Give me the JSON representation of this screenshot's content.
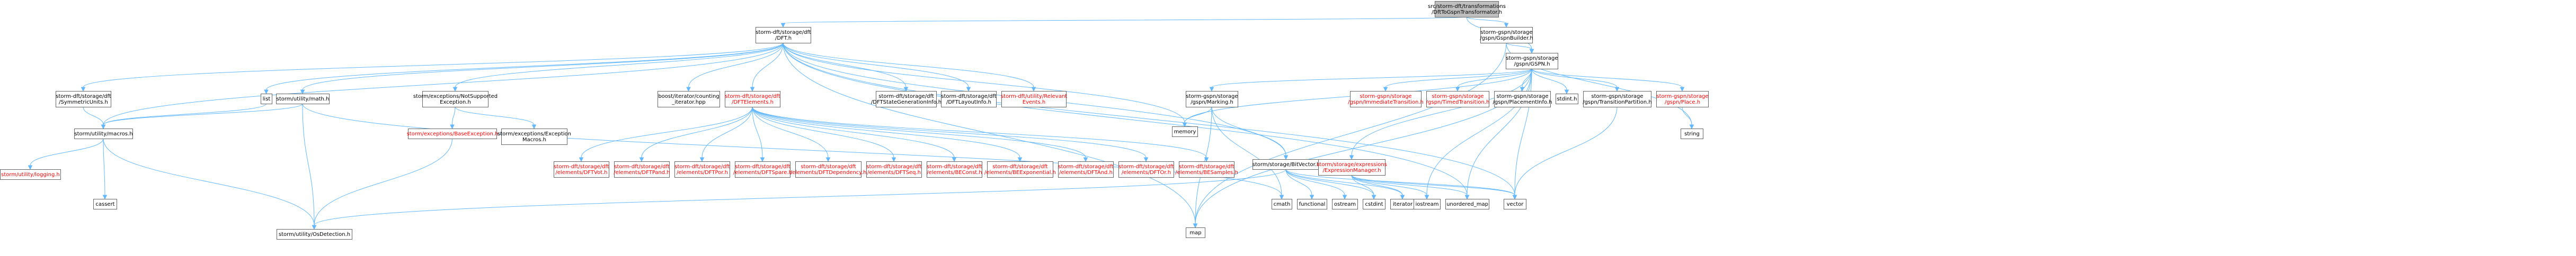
{
  "colors": {
    "root_fill": "#bfbfbf",
    "node_fill": "#ffffff",
    "node_border": "#666666",
    "link_text": "#000000",
    "truncated_text": "#ff0000",
    "system_text": "#a0a0a0",
    "edge": "#63b8ff"
  },
  "nodes": [
    {
      "id": "root",
      "lines": [
        "src/storm-dft/transformations",
        "/DftToGspnTransformator.h"
      ],
      "kind": "root"
    },
    {
      "id": "gspn_builder",
      "lines": [
        "storm-gspn/storage",
        "/gspn/GspnBuilder.h"
      ],
      "kind": "link"
    },
    {
      "id": "dft_h",
      "lines": [
        "storm-dft/storage/dft",
        "/DFT.h"
      ],
      "kind": "link"
    },
    {
      "id": "gspn_h",
      "lines": [
        "storm-gspn/storage",
        "/gspn/GSPN.h"
      ],
      "kind": "link"
    },
    {
      "id": "symmetric_units",
      "lines": [
        "storm-dft/storage/dft",
        "/SymmetricUnits.h"
      ],
      "kind": "link"
    },
    {
      "id": "list",
      "lines": [
        "list"
      ],
      "kind": "system"
    },
    {
      "id": "utility_math",
      "lines": [
        "storm/utility/math.h"
      ],
      "kind": "link"
    },
    {
      "id": "not_supported",
      "lines": [
        "storm/exceptions/NotSupported",
        "Exception.h"
      ],
      "kind": "link"
    },
    {
      "id": "counting_iterator",
      "lines": [
        "boost/iterator/counting",
        "_iterator.hpp"
      ],
      "kind": "system"
    },
    {
      "id": "dft_elements",
      "lines": [
        "storm-dft/storage/dft",
        "/DFTElements.h"
      ],
      "kind": "truncated"
    },
    {
      "id": "state_gen_info",
      "lines": [
        "storm-dft/storage/dft",
        "/DFTStateGenerationInfo.h"
      ],
      "kind": "link"
    },
    {
      "id": "layout_info",
      "lines": [
        "storm-dft/storage/dft",
        "/DFTLayoutInfo.h"
      ],
      "kind": "link"
    },
    {
      "id": "relevant_events",
      "lines": [
        "storm-dft/utility/Relevant",
        "Events.h"
      ],
      "kind": "truncated"
    },
    {
      "id": "marking",
      "lines": [
        "storm-gspn/storage",
        "/gspn/Marking.h"
      ],
      "kind": "link"
    },
    {
      "id": "immediate_transition",
      "lines": [
        "storm-gspn/storage",
        "/gspn/ImmediateTransition.h"
      ],
      "kind": "truncated"
    },
    {
      "id": "timed_transition",
      "lines": [
        "storm-gspn/storage",
        "/gspn/TimedTransition.h"
      ],
      "kind": "truncated"
    },
    {
      "id": "placement_info",
      "lines": [
        "storm-gspn/storage",
        "/gspn/PlacementInfo.h"
      ],
      "kind": "link"
    },
    {
      "id": "stdint_h",
      "lines": [
        "stdint.h"
      ],
      "kind": "system"
    },
    {
      "id": "transition_partition",
      "lines": [
        "storm-gspn/storage",
        "/gspn/TransitionPartition.h"
      ],
      "kind": "link"
    },
    {
      "id": "place_h",
      "lines": [
        "storm-gspn/storage",
        "/gspn/Place.h"
      ],
      "kind": "truncated"
    },
    {
      "id": "macros",
      "lines": [
        "storm/utility/macros.h"
      ],
      "kind": "link"
    },
    {
      "id": "bad_exception",
      "lines": [
        "storm/exceptions/BaseException.h"
      ],
      "kind": "truncated"
    },
    {
      "id": "exception_macros",
      "lines": [
        "storm/exceptions/Exception",
        "Macros.h"
      ],
      "kind": "link"
    },
    {
      "id": "dft_vot",
      "lines": [
        "storm-dft/storage/dft",
        "/elements/DFTVot.h"
      ],
      "kind": "truncated"
    },
    {
      "id": "dft_pand",
      "lines": [
        "storm-dft/storage/dft",
        "/elements/DFTPand.h"
      ],
      "kind": "truncated"
    },
    {
      "id": "dft_por",
      "lines": [
        "storm-dft/storage/dft",
        "/elements/DFTPor.h"
      ],
      "kind": "truncated"
    },
    {
      "id": "dft_spare",
      "lines": [
        "storm-dft/storage/dft",
        "/elements/DFTSpare.h"
      ],
      "kind": "truncated"
    },
    {
      "id": "dft_dependency",
      "lines": [
        "storm-dft/storage/dft",
        "/elements/DFTDependency.h"
      ],
      "kind": "truncated"
    },
    {
      "id": "dft_seq",
      "lines": [
        "storm-dft/storage/dft",
        "/elements/DFTSeq.h"
      ],
      "kind": "truncated"
    },
    {
      "id": "be_const",
      "lines": [
        "storm-dft/storage/dft",
        "/elements/BEConst.h"
      ],
      "kind": "truncated"
    },
    {
      "id": "be_exponential",
      "lines": [
        "storm-dft/storage/dft",
        "/elements/BEExponential.h"
      ],
      "kind": "truncated"
    },
    {
      "id": "dft_and",
      "lines": [
        "storm-dft/storage/dft",
        "/elements/DFTAnd.h"
      ],
      "kind": "truncated"
    },
    {
      "id": "dft_or",
      "lines": [
        "storm-dft/storage/dft",
        "/elements/DFTOr.h"
      ],
      "kind": "truncated"
    },
    {
      "id": "be_samples",
      "lines": [
        "storm-dft/storage/dft",
        "/elements/BESamples.h"
      ],
      "kind": "truncated"
    },
    {
      "id": "memory",
      "lines": [
        "memory"
      ],
      "kind": "system"
    },
    {
      "id": "bitvector",
      "lines": [
        "storm/storage/BitVector.h"
      ],
      "kind": "link"
    },
    {
      "id": "expression_manager",
      "lines": [
        "storm/storage/expressions",
        "/ExpressionManager.h"
      ],
      "kind": "truncated"
    },
    {
      "id": "string",
      "lines": [
        "string"
      ],
      "kind": "system"
    },
    {
      "id": "logging",
      "lines": [
        "storm/utility/logging.h"
      ],
      "kind": "truncated"
    },
    {
      "id": "cassert",
      "lines": [
        "cassert"
      ],
      "kind": "system"
    },
    {
      "id": "os_detection",
      "lines": [
        "storm/utility/OsDetection.h"
      ],
      "kind": "link"
    },
    {
      "id": "map",
      "lines": [
        "map"
      ],
      "kind": "system"
    },
    {
      "id": "cmath",
      "lines": [
        "cmath"
      ],
      "kind": "system"
    },
    {
      "id": "functional",
      "lines": [
        "functional"
      ],
      "kind": "system"
    },
    {
      "id": "ostream",
      "lines": [
        "ostream"
      ],
      "kind": "system"
    },
    {
      "id": "cstdint",
      "lines": [
        "cstdint"
      ],
      "kind": "system"
    },
    {
      "id": "iterator",
      "lines": [
        "iterator"
      ],
      "kind": "system"
    },
    {
      "id": "iostream",
      "lines": [
        "iostream"
      ],
      "kind": "system"
    },
    {
      "id": "unordered_map",
      "lines": [
        "unordered_map"
      ],
      "kind": "system"
    },
    {
      "id": "vector",
      "lines": [
        "vector"
      ],
      "kind": "system"
    }
  ],
  "edges": [
    [
      "root",
      "gspn_builder"
    ],
    [
      "root",
      "dft_h"
    ],
    [
      "root",
      "gspn_h"
    ],
    [
      "gspn_builder",
      "gspn_h"
    ],
    [
      "gspn_builder",
      "string"
    ],
    [
      "gspn_builder",
      "map"
    ],
    [
      "dft_h",
      "symmetric_units"
    ],
    [
      "dft_h",
      "list"
    ],
    [
      "dft_h",
      "utility_math"
    ],
    [
      "dft_h",
      "not_supported"
    ],
    [
      "dft_h",
      "counting_iterator"
    ],
    [
      "dft_h",
      "dft_elements"
    ],
    [
      "dft_h",
      "state_gen_info"
    ],
    [
      "dft_h",
      "layout_info"
    ],
    [
      "dft_h",
      "relevant_events"
    ],
    [
      "dft_h",
      "memory"
    ],
    [
      "dft_h",
      "bitvector"
    ],
    [
      "dft_h",
      "macros"
    ],
    [
      "dft_h",
      "map"
    ],
    [
      "dft_h",
      "unordered_map"
    ],
    [
      "dft_h",
      "vector"
    ],
    [
      "gspn_h",
      "marking"
    ],
    [
      "gspn_h",
      "immediate_transition"
    ],
    [
      "gspn_h",
      "timed_transition"
    ],
    [
      "gspn_h",
      "placement_info"
    ],
    [
      "gspn_h",
      "stdint_h"
    ],
    [
      "gspn_h",
      "transition_partition"
    ],
    [
      "gspn_h",
      "place_h"
    ],
    [
      "gspn_h",
      "expression_manager"
    ],
    [
      "gspn_h",
      "memory"
    ],
    [
      "gspn_h",
      "vector"
    ],
    [
      "gspn_h",
      "unordered_map"
    ],
    [
      "gspn_h",
      "iostream"
    ],
    [
      "gspn_h",
      "map"
    ],
    [
      "symmetric_units",
      "macros"
    ],
    [
      "list",
      "macros"
    ],
    [
      "utility_math",
      "macros"
    ],
    [
      "utility_math",
      "cmath"
    ],
    [
      "utility_math",
      "os_detection"
    ],
    [
      "not_supported",
      "bad_exception"
    ],
    [
      "not_supported",
      "exception_macros"
    ],
    [
      "bad_exception",
      "os_detection"
    ],
    [
      "dft_elements",
      "dft_vot"
    ],
    [
      "dft_elements",
      "dft_pand"
    ],
    [
      "dft_elements",
      "dft_por"
    ],
    [
      "dft_elements",
      "dft_spare"
    ],
    [
      "dft_elements",
      "dft_dependency"
    ],
    [
      "dft_elements",
      "dft_seq"
    ],
    [
      "dft_elements",
      "be_const"
    ],
    [
      "dft_elements",
      "be_exponential"
    ],
    [
      "dft_elements",
      "dft_and"
    ],
    [
      "dft_elements",
      "dft_or"
    ],
    [
      "dft_elements",
      "be_samples"
    ],
    [
      "marking",
      "bitvector"
    ],
    [
      "marking",
      "memory"
    ],
    [
      "marking",
      "map"
    ],
    [
      "marking",
      "cmath"
    ],
    [
      "bitvector",
      "os_detection"
    ],
    [
      "bitvector",
      "functional"
    ],
    [
      "bitvector",
      "ostream"
    ],
    [
      "bitvector",
      "cstdint"
    ],
    [
      "bitvector",
      "iterator"
    ],
    [
      "bitvector",
      "vector"
    ],
    [
      "expression_manager",
      "iostream"
    ],
    [
      "expression_manager",
      "iterator"
    ],
    [
      "expression_manager",
      "cstdint"
    ],
    [
      "expression_manager",
      "unordered_map"
    ],
    [
      "expression_manager",
      "vector"
    ],
    [
      "transition_partition",
      "vector"
    ],
    [
      "place_h",
      "string"
    ],
    [
      "macros",
      "logging"
    ],
    [
      "macros",
      "cassert"
    ],
    [
      "macros",
      "os_detection"
    ]
  ]
}
